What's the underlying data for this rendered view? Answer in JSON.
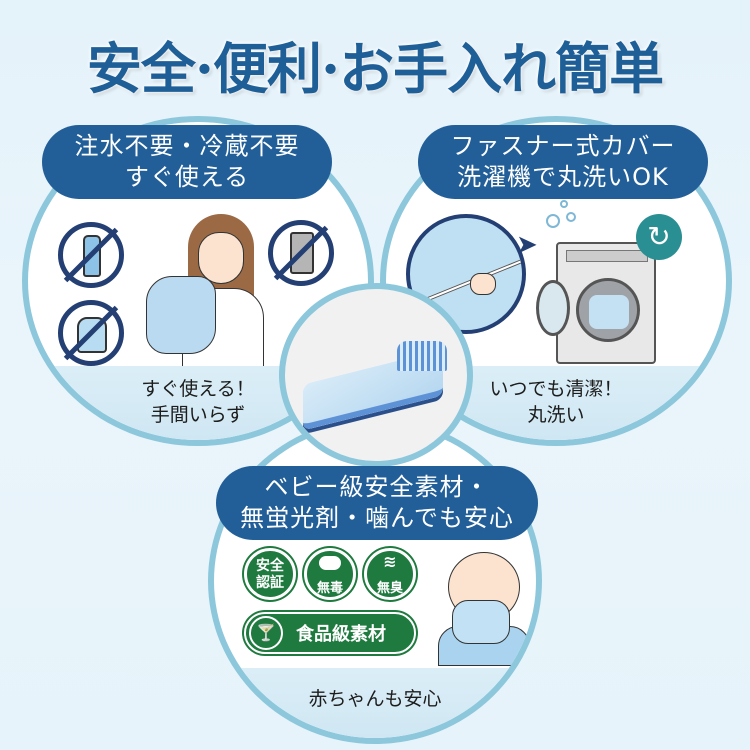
{
  "headline": "安全·便利·お手入れ簡単",
  "panels": {
    "left": {
      "title_line1": "注水不要・冷蔵不要",
      "title_line2": "すぐ使える",
      "icons": [
        "no-water-bottle-icon",
        "no-refrigerator-icon",
        "no-water-jug-icon"
      ],
      "caption_line1": "すぐ使える！",
      "caption_line2": "手間いらず"
    },
    "right": {
      "title_line1": "ファスナー式カバー",
      "title_line2": "洗濯機で丸洗いOK",
      "icons": [
        "zipper-cover-icon",
        "washing-machine-icon",
        "rotate-wash-icon"
      ],
      "caption_line1": "いつでも清潔！",
      "caption_line2": "丸洗い"
    },
    "bottom": {
      "title_line1": "ベビー級安全素材・",
      "title_line2": "無蛍光剤・噛んでも安心",
      "badges": {
        "certified_line1": "安全",
        "certified_line2": "認証",
        "non_toxic": "無毒",
        "odorless": "無臭",
        "food_grade": "食品級素材"
      },
      "caption": "赤ちゃんも安心"
    }
  },
  "colors": {
    "headline": "#1f5f98",
    "pill": "#225f98",
    "circle_border": "#8cc7dc",
    "badge_green": "#1e7a3e",
    "prohibit_navy": "#233f73"
  }
}
